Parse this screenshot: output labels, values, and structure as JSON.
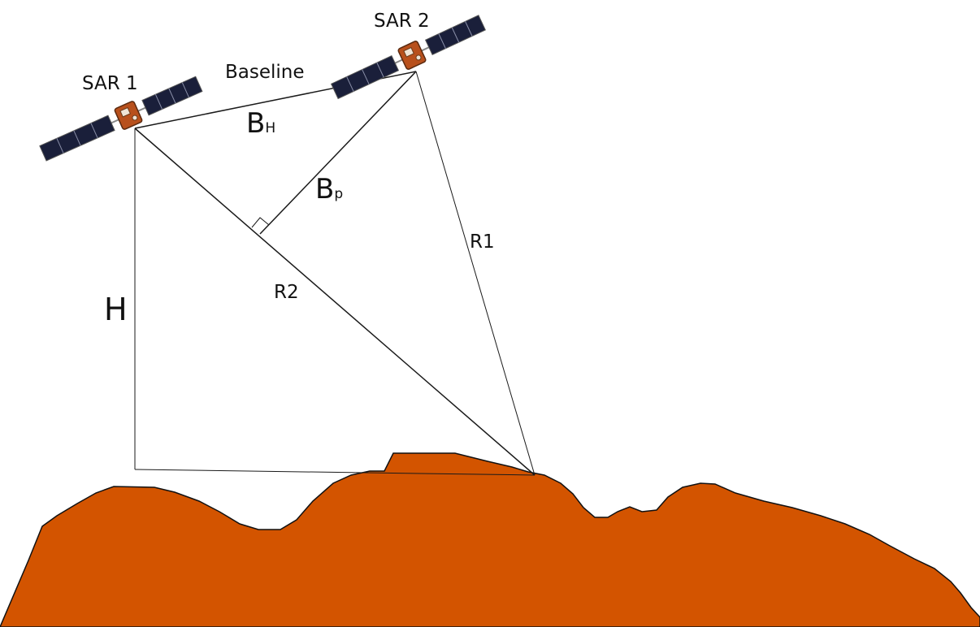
{
  "labels": {
    "sar1": "SAR 1",
    "sar2": "SAR 2",
    "baseline": "Baseline",
    "bh_main": "B",
    "bh_sub": "H",
    "bp_main": "B",
    "bp_sub": "p",
    "h": "H",
    "r1": "R1",
    "r2": "R2"
  },
  "colors": {
    "terrain": "#d35400",
    "solar_panel": "#1a1f3a",
    "satellite_body": "#b8501c",
    "lines": "#1a1a1a"
  },
  "icons": {
    "satellite_1": "satellite-icon",
    "satellite_2": "satellite-icon",
    "right_angle": "right-angle-icon"
  }
}
